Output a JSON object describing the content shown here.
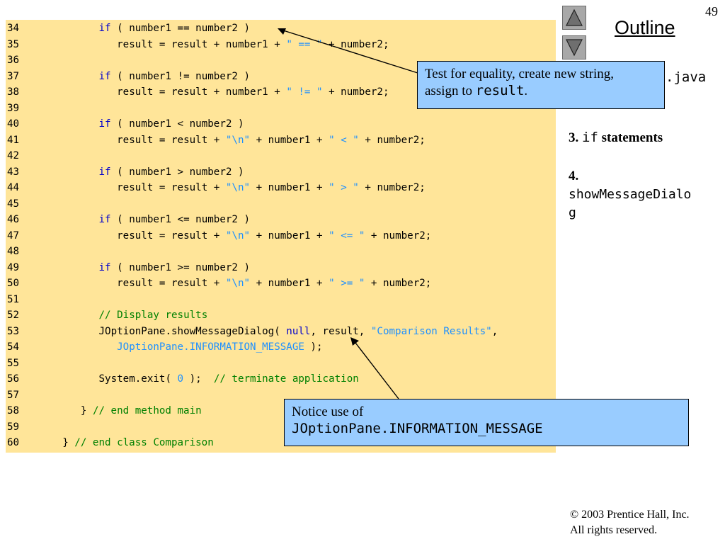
{
  "page_number": "49",
  "outline": {
    "title": "Outline",
    "partial_filename": ".java",
    "item3_number": "3.",
    "item3_code": "if",
    "item3_text": "statements",
    "item4_number": "4.",
    "item4_line1": "showMessageDialo",
    "item4_line2": "g"
  },
  "code_lines": [
    {
      "n": "34",
      "indent": 10,
      "tokens": [
        [
          "kw",
          "if"
        ],
        [
          "t",
          " ( number1 == number2 )"
        ]
      ]
    },
    {
      "n": "35",
      "indent": 13,
      "tokens": [
        [
          "t",
          "result = result + number1 + "
        ],
        [
          "str",
          "\" == \""
        ],
        [
          "t",
          " + number2;"
        ]
      ]
    },
    {
      "n": "36",
      "indent": 0,
      "tokens": []
    },
    {
      "n": "37",
      "indent": 10,
      "tokens": [
        [
          "kw",
          "if"
        ],
        [
          "t",
          " ( number1 != number2 )"
        ]
      ]
    },
    {
      "n": "38",
      "indent": 13,
      "tokens": [
        [
          "t",
          "result = result + number1 + "
        ],
        [
          "str",
          "\" != \""
        ],
        [
          "t",
          " + number2;"
        ]
      ]
    },
    {
      "n": "39",
      "indent": 0,
      "tokens": []
    },
    {
      "n": "40",
      "indent": 10,
      "tokens": [
        [
          "kw",
          "if"
        ],
        [
          "t",
          " ( number1 < number2 )"
        ]
      ]
    },
    {
      "n": "41",
      "indent": 13,
      "tokens": [
        [
          "t",
          "result = result + "
        ],
        [
          "str",
          "\"\\n\""
        ],
        [
          "t",
          " + number1 + "
        ],
        [
          "str",
          "\" < \""
        ],
        [
          "t",
          " + number2;"
        ]
      ]
    },
    {
      "n": "42",
      "indent": 0,
      "tokens": []
    },
    {
      "n": "43",
      "indent": 10,
      "tokens": [
        [
          "kw",
          "if"
        ],
        [
          "t",
          " ( number1 > number2 )"
        ]
      ]
    },
    {
      "n": "44",
      "indent": 13,
      "tokens": [
        [
          "t",
          "result = result + "
        ],
        [
          "str",
          "\"\\n\""
        ],
        [
          "t",
          " + number1 + "
        ],
        [
          "str",
          "\" > \""
        ],
        [
          "t",
          " + number2;"
        ]
      ]
    },
    {
      "n": "45",
      "indent": 0,
      "tokens": []
    },
    {
      "n": "46",
      "indent": 10,
      "tokens": [
        [
          "kw",
          "if"
        ],
        [
          "t",
          " ( number1 <= number2 )"
        ]
      ]
    },
    {
      "n": "47",
      "indent": 13,
      "tokens": [
        [
          "t",
          "result = result + "
        ],
        [
          "str",
          "\"\\n\""
        ],
        [
          "t",
          " + number1 + "
        ],
        [
          "str",
          "\" <= \""
        ],
        [
          "t",
          " + number2;"
        ]
      ]
    },
    {
      "n": "48",
      "indent": 0,
      "tokens": []
    },
    {
      "n": "49",
      "indent": 10,
      "tokens": [
        [
          "kw",
          "if"
        ],
        [
          "t",
          " ( number1 >= number2 )"
        ]
      ]
    },
    {
      "n": "50",
      "indent": 13,
      "tokens": [
        [
          "t",
          "result = result + "
        ],
        [
          "str",
          "\"\\n\""
        ],
        [
          "t",
          " + number1 + "
        ],
        [
          "str",
          "\" >= \""
        ],
        [
          "t",
          " + number2;"
        ]
      ]
    },
    {
      "n": "51",
      "indent": 0,
      "tokens": []
    },
    {
      "n": "52",
      "indent": 10,
      "tokens": [
        [
          "cmt",
          "// Display results"
        ]
      ]
    },
    {
      "n": "53",
      "indent": 10,
      "tokens": [
        [
          "t",
          "JOptionPane.showMessageDialog( "
        ],
        [
          "kw",
          "null"
        ],
        [
          "t",
          ", result, "
        ],
        [
          "str",
          "\"Comparison Results\""
        ],
        [
          "t",
          ","
        ]
      ]
    },
    {
      "n": "54",
      "indent": 13,
      "tokens": [
        [
          "const",
          "JOptionPane.INFORMATION_MESSAGE"
        ],
        [
          "t",
          " );"
        ]
      ]
    },
    {
      "n": "55",
      "indent": 0,
      "tokens": []
    },
    {
      "n": "56",
      "indent": 10,
      "tokens": [
        [
          "t",
          "System.exit( "
        ],
        [
          "const",
          "0"
        ],
        [
          "t",
          " );  "
        ],
        [
          "cmt",
          "// terminate application"
        ]
      ]
    },
    {
      "n": "57",
      "indent": 0,
      "tokens": []
    },
    {
      "n": "58",
      "indent": 7,
      "tokens": [
        [
          "t",
          "} "
        ],
        [
          "cmt",
          "// end method main"
        ]
      ]
    },
    {
      "n": "59",
      "indent": 0,
      "tokens": []
    },
    {
      "n": "60",
      "indent": 4,
      "tokens": [
        [
          "t",
          "} "
        ],
        [
          "cmt",
          "// end class Comparison"
        ]
      ]
    }
  ],
  "callout1": {
    "line1": "Test for equality, create new string,",
    "line2_prefix": "assign to ",
    "line2_code": "result",
    "line2_suffix": "."
  },
  "callout2": {
    "line1": "Notice use of",
    "line2_code": "JOptionPane.INFORMATION_MESSAGE"
  },
  "footer": {
    "copyright": "© 2003 Prentice Hall, Inc.",
    "rights": "All rights reserved."
  },
  "colors": {
    "code_background": "#ffe599",
    "keyword": "#0000cc",
    "string": "#1e90ff",
    "comment": "#008000",
    "callout_background": "#99ccff"
  },
  "icons": {
    "up": "triangle-up-icon",
    "down": "triangle-down-icon"
  }
}
